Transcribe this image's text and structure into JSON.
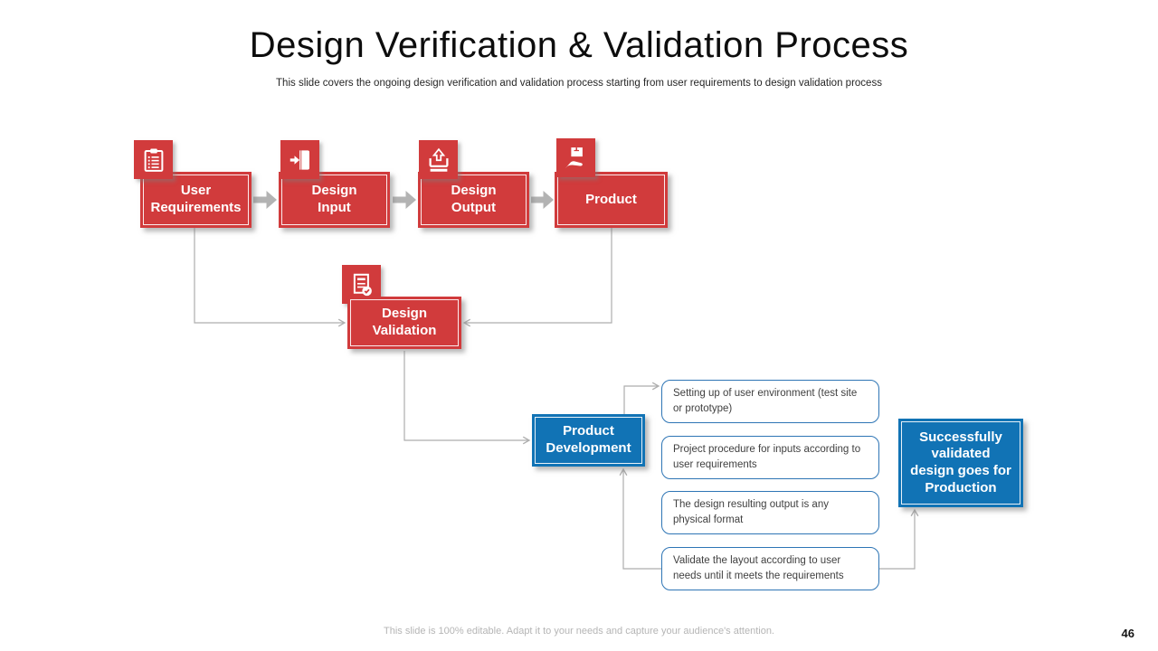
{
  "slide": {
    "title": "Design Verification & Validation Process",
    "subtitle": "This slide covers the ongoing design verification and validation process starting from user requirements to design validation process",
    "footer_note": "This slide is 100% editable. Adapt it to your needs and capture your audience's attention.",
    "page_number": "46"
  },
  "flow": {
    "stages": [
      {
        "label": "User\nRequirements",
        "icon": "clipboard-icon"
      },
      {
        "label": "Design\nInput",
        "icon": "door-arrow-icon"
      },
      {
        "label": "Design\nOutput",
        "icon": "upload-tray-icon"
      },
      {
        "label": "Product",
        "icon": "hand-box-icon"
      }
    ],
    "validation": {
      "label": "Design\nValidation",
      "icon": "document-check-icon"
    },
    "development": {
      "label": "Product\nDevelopment"
    },
    "production": {
      "label": "Successfully\nvalidated\ndesign goes for\nProduction"
    },
    "notes": [
      "Setting up of user environment (test site or prototype)",
      "Project procedure for inputs according to user requirements",
      "The design resulting output is any physical format",
      "Validate the layout according to user needs until it meets the requirements"
    ]
  },
  "colors": {
    "accent_red": "#d13b3c",
    "accent_blue": "#1173b5",
    "connector_gray": "#aeaeae",
    "block_arrow_gray": "#b3b3b3",
    "note_border_blue": "#2e75b5"
  }
}
